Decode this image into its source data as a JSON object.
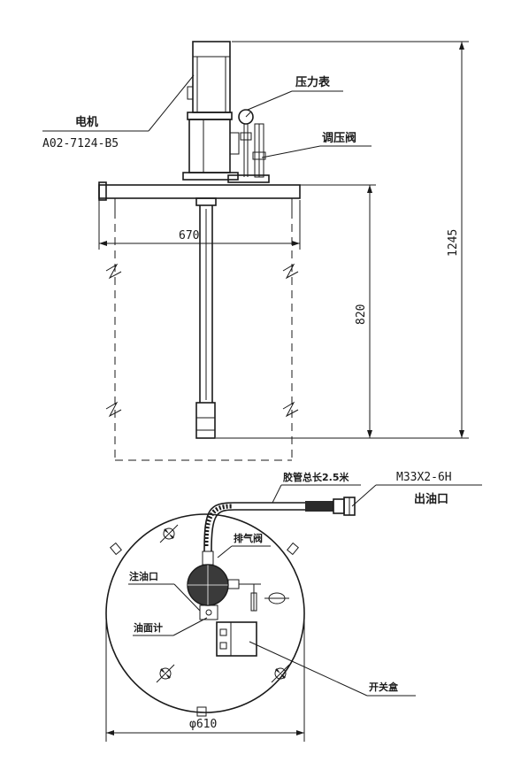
{
  "labels": {
    "motor": "电机",
    "motor_model": "A02-7124-B5",
    "pressure_gauge": "压力表",
    "pressure_valve": "调压阀",
    "exhaust_valve": "排气阀",
    "oil_inlet": "注油口",
    "oil_level_gauge": "油面计",
    "hose_total_length": "胶管总长2.5米",
    "thread_spec": "M33X2-6H",
    "oil_outlet": "出油口",
    "switch_box": "开关盒"
  },
  "dimensions": {
    "width_670": "670",
    "depth_820": "820",
    "height_1245": "1245",
    "diameter_610": "φ610"
  }
}
